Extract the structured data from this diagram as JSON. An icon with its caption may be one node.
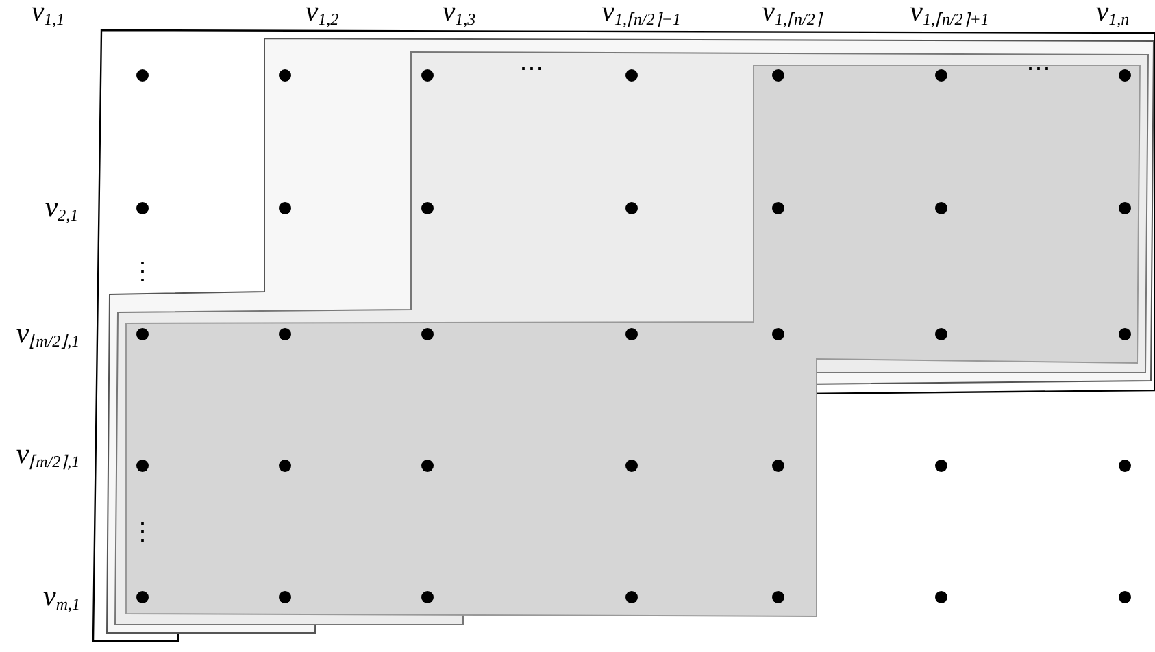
{
  "diagram": {
    "labels": [
      "v$_{1,1}$",
      "v$_{1,2}$",
      "v$_{1,3}$",
      "v$_{1,⌈n/2⌉−1}$",
      "v$_{1,⌈n/2⌉}$",
      "v$_{1,⌈n/2⌉+1}$",
      "v$_{1,n}$",
      "⋯",
      "⋯",
      "v$_{2,1}$",
      "⋮",
      "v$_{⌊m/2⌋,1}$",
      "v$_{⌈m/2⌉,1}$",
      "⋮",
      "v$_{m,1}$"
    ]
  }
}
